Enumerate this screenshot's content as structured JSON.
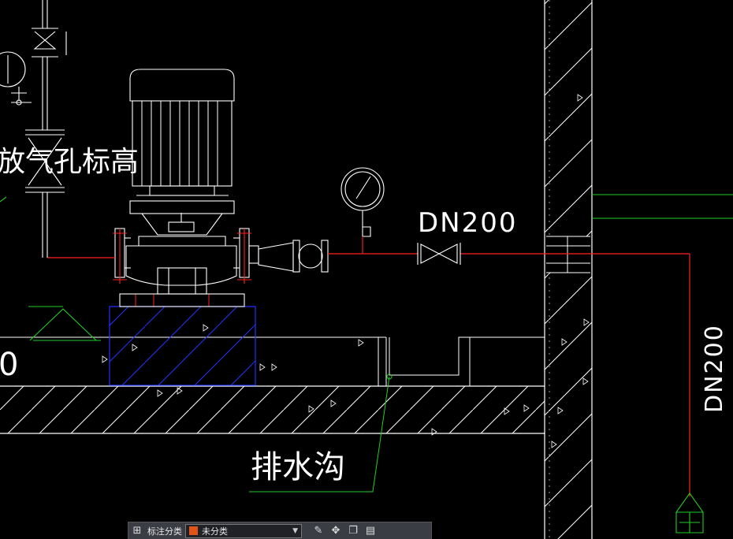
{
  "annotations": {
    "air_vent_text": "放气孔标高",
    "pipe_size_horizontal": "DN200",
    "pipe_size_vertical": "DN200",
    "drain_trench": "排水沟"
  },
  "colors": {
    "pipe": "#ff2020",
    "linework": "#ffffff",
    "foundation": "#2233ff",
    "leader": "#22cc22",
    "background": "#000000"
  },
  "toolbar": {
    "label": "标注分类",
    "select_value": "未分类",
    "swatch_color": "#e0541a",
    "icons": [
      "grid-icon",
      "edit-icon",
      "move-icon",
      "copy-icon",
      "paste-icon"
    ]
  }
}
